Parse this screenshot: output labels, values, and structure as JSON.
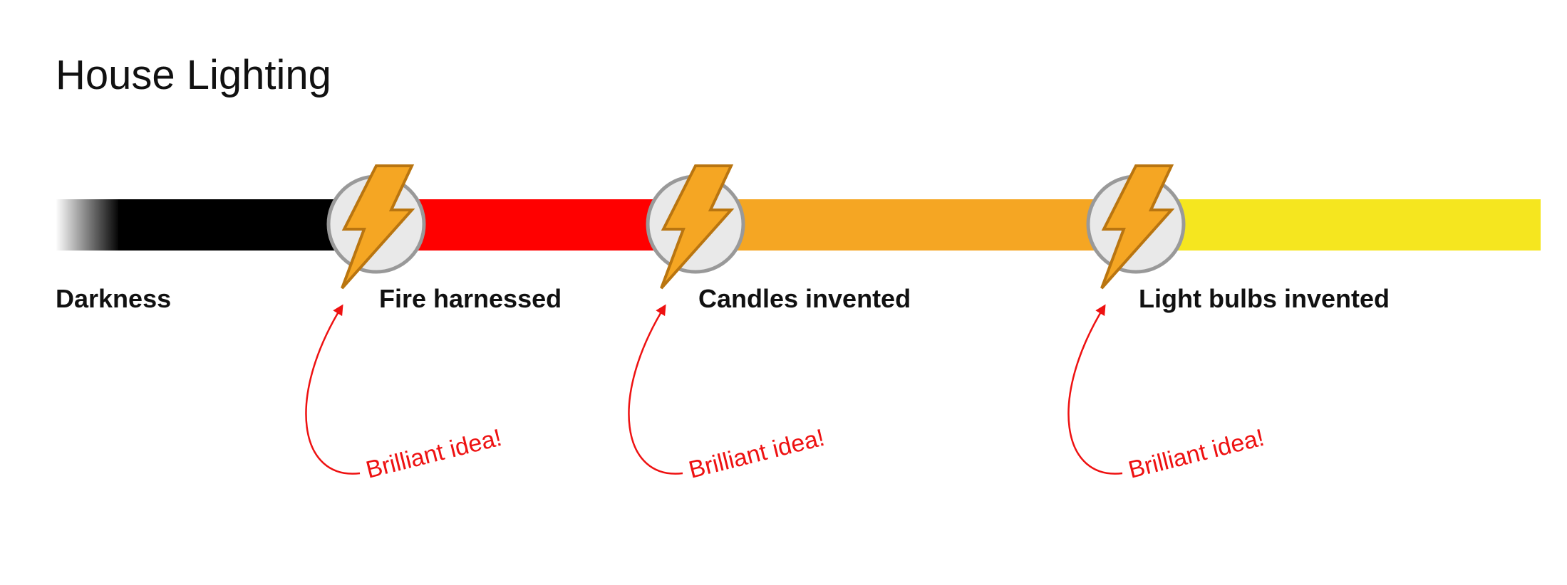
{
  "title": "House Lighting",
  "colors": {
    "darkness": "#000000",
    "fire": "#ff0000",
    "candles": "#f5a623",
    "light_bulbs": "#f5e61f",
    "milestone_fill": "#e9e9e9",
    "milestone_stroke": "#999999",
    "bolt_fill": "#f5a623",
    "bolt_stroke": "#b97510",
    "note": "#ee1111"
  },
  "stages": [
    {
      "label": "Darkness",
      "color": "#000000"
    },
    {
      "label": "Fire harnessed",
      "color": "#ff0000",
      "icon": "lightning-bolt-icon"
    },
    {
      "label": "Candles invented",
      "color": "#f5a623",
      "icon": "lightning-bolt-icon"
    },
    {
      "label": "Light bulbs invented",
      "color": "#f5e61f",
      "icon": "lightning-bolt-icon"
    }
  ],
  "annotations": [
    {
      "text": "Brilliant idea!"
    },
    {
      "text": "Brilliant idea!"
    },
    {
      "text": "Brilliant idea!"
    }
  ]
}
